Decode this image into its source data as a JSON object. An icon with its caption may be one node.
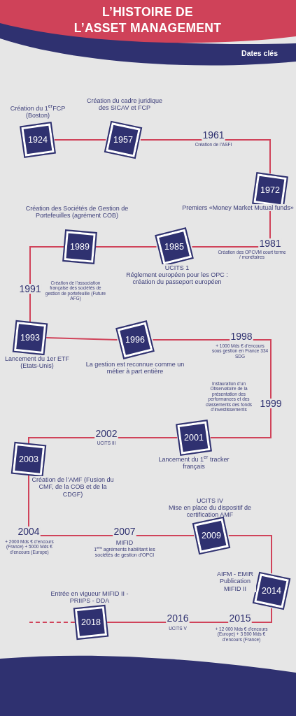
{
  "diagram": {
    "title": "L’HISTOIRE DE L’ASSET MANAGEMENT",
    "nodes": [
      {
        "text": [
          "Création du 1$^{er}$FCP (Boston)",
          "1924"
        ]
      },
      {
        "text": [
          "Création du cadre juridique des SICAV et FCP",
          "1957"
        ]
      },
      {
        "text": [
          "1961",
          "Création de l’ASFI"
        ]
      },
      {
        "text": [
          "1972",
          "Premiers «Money Market Mutual funds»"
        ]
      },
      {
        "text": [
          "1981",
          "Création des OPCVM court terme / monétaires"
        ]
      },
      {
        "text": [
          "1985",
          "UCITS 1",
          "Réglement européen pour les OPC : création du passeport européen"
        ]
      },
      {
        "text": [
          "Création des Sociétés de Gestion de Portefeuilles (agrément COB)",
          "1989"
        ]
      },
      {
        "text": [
          "1991",
          "Création de l’association française des sociétés de gestion de portefeuille (Future AFG)"
        ]
      },
      {
        "text": [
          "1993",
          "Lancement du 1er ETF (Etats-Unis)"
        ]
      },
      {
        "text": [
          "1996",
          "La gestion est reconnue comme un métier à part entière"
        ]
      },
      {
        "text": [
          "1998",
          "+ 1000 Mds € d’encours sous gestion en France 334 SDG"
        ]
      },
      {
        "text": [
          "Instauration d’un Observatoire de la présentation des performances et des classements des fonds d’investissements",
          "1999"
        ]
      },
      {
        "text": [
          "2001",
          "Lancement du 1$^{er}$ tracker français"
        ]
      },
      {
        "text": [
          "2002",
          "UCITS III"
        ]
      },
      {
        "text": [
          "2003",
          "Création de l’AMF (Fusion du CMF, de la COB et de la CDGF)"
        ]
      },
      {
        "text": [
          "2004",
          "+ 2000 Mds € d’encours (France) + 5000 Mds € d’encours (Europe)"
        ]
      },
      {
        "text": [
          "2007",
          "MIFID",
          "1$^{ers}$ agréments habilitant les sociétés de gestion d’OPCI"
        ]
      },
      {
        "text": [
          "UCITS IV",
          "Mise en place du dispositif de certification AMF",
          "2009"
        ]
      },
      {
        "text": [
          "2014",
          "AIFM - EMIR Publication MIFID II"
        ]
      },
      {
        "text": [
          "2015",
          "+ 12 000 Mds € d’encours (Europe) + 3 500 Mds € d’encours (France)"
        ]
      },
      {
        "text": [
          "2016",
          "UCITS V"
        ]
      },
      {
        "text": [
          "Entrée en vigueur MIFID II - PRIIPS - DDA",
          "2018"
        ]
      }
    ],
    "edges": [
      {
        "from": 0,
        "to": 1,
        "arrow": "none"
      },
      {
        "from": 1,
        "to": 2,
        "arrow": "none"
      },
      {
        "from": 2,
        "to": 3,
        "arrow": "none"
      },
      {
        "from": 3,
        "to": 4,
        "arrow": "none"
      },
      {
        "from": 4,
        "to": 5,
        "arrow": "none"
      },
      {
        "from": 5,
        "to": 6,
        "arrow": "none"
      },
      {
        "from": 6,
        "to": 7,
        "arrow": "none"
      },
      {
        "from": 7,
        "to": 8,
        "arrow": "none"
      },
      {
        "from": 8,
        "to": 9,
        "arrow": "none"
      },
      {
        "from": 9,
        "to": 10,
        "arrow": "none"
      },
      {
        "from": 10,
        "to": 11,
        "arrow": "none"
      },
      {
        "from": 11,
        "to": 12,
        "arrow": "none"
      },
      {
        "from": 12,
        "to": 13,
        "arrow": "none"
      },
      {
        "from": 13,
        "to": 14,
        "arrow": "none"
      },
      {
        "from": 14,
        "to": 15,
        "arrow": "none"
      },
      {
        "from": 15,
        "to": 16,
        "arrow": "none"
      },
      {
        "from": 16,
        "to": 17,
        "arrow": "none"
      },
      {
        "from": 17,
        "to": 18,
        "arrow": "none"
      },
      {
        "from": 18,
        "to": 19,
        "arrow": "none"
      },
      {
        "from": 19,
        "to": 20,
        "arrow": "none"
      },
      {
        "from": 20,
        "to": 21,
        "arrow": "none"
      },
      {
        "from": 21,
        "to": null,
        "arrow": "none",
        "style": "dashed"
      }
    ],
    "labels": [
      "Dates clés"
    ]
  }
}
